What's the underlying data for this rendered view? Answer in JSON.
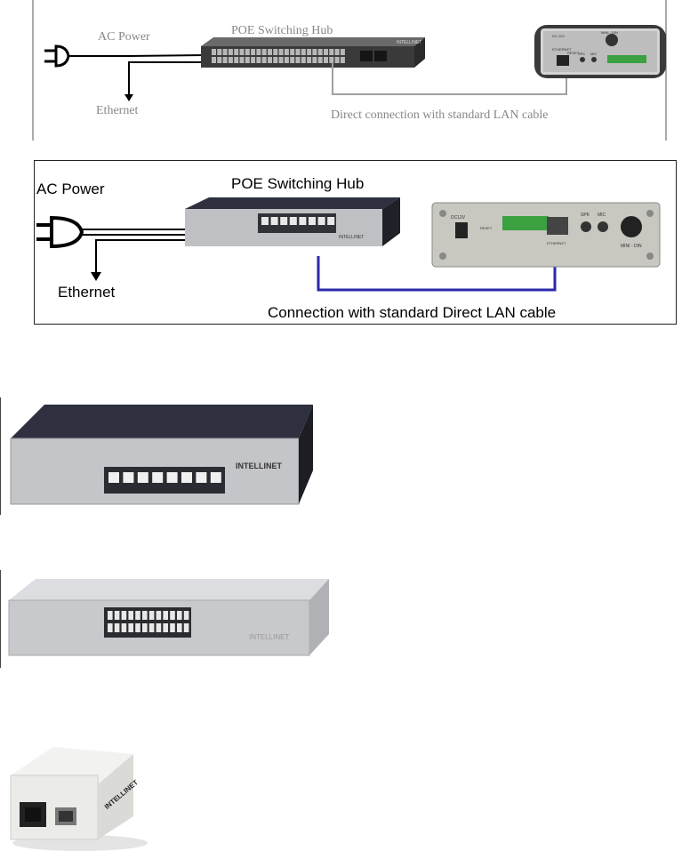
{
  "diagram1": {
    "ac_power": "AC Power",
    "hub_title": "POE Switching Hub",
    "ethernet": "Ethernet",
    "connection": "Direct connection with standard LAN cable",
    "hub_brand": "INTELLINET",
    "device_labels": {
      "dc12v": "DC 12V",
      "mini_din": "MINI - DIN",
      "ethernet_port": "ETHERNET",
      "reset": "RESET",
      "spk": "SPK",
      "mic": "MIC"
    }
  },
  "diagram2": {
    "ac_power": "AC Power",
    "hub_title": "POE Switching Hub",
    "ethernet": "Ethernet",
    "connection": "Connection with standard  Direct  LAN cable",
    "hub_brand": "INTELLINET",
    "device_labels": {
      "dc12v": "DC12V",
      "reset": "RESET",
      "ethernet_port": "ETHERNET",
      "spk": "SPK",
      "mic": "MIC",
      "mini_din": "MINI - DIN"
    }
  },
  "photos": {
    "switch8_brand": "INTELLINET",
    "switch24_brand": "INTELLINET",
    "injector_brand": "INTELLINET"
  },
  "colors": {
    "cable_blue": "#2a2aa8",
    "cable_gray": "#9a9a9a",
    "device_body": "#c8c8c0",
    "terminal_green": "#3aa040"
  }
}
